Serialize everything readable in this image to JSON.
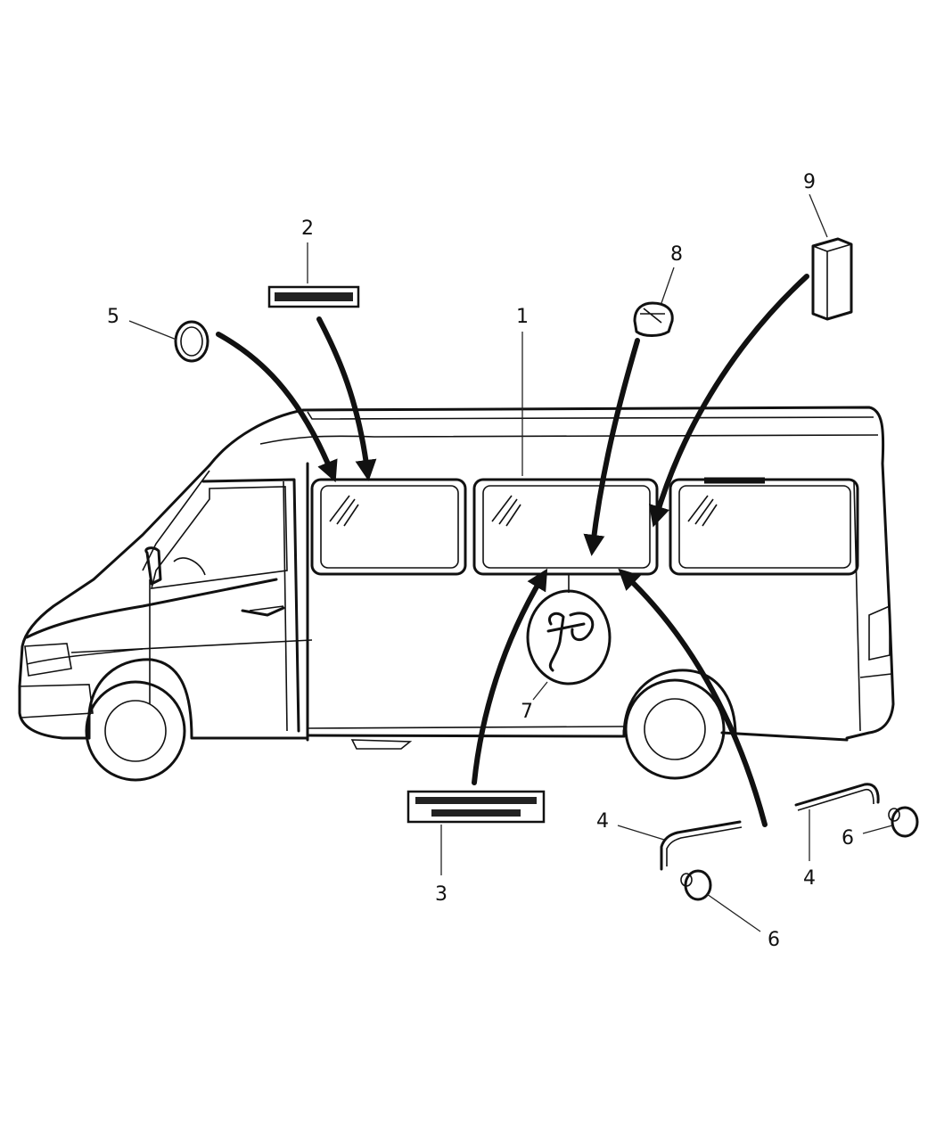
{
  "diagram": {
    "callouts": [
      {
        "id": "1",
        "label": "1"
      },
      {
        "id": "2",
        "label": "2"
      },
      {
        "id": "3",
        "label": "3"
      },
      {
        "id": "4a",
        "label": "4"
      },
      {
        "id": "4b",
        "label": "4"
      },
      {
        "id": "5",
        "label": "5"
      },
      {
        "id": "6a",
        "label": "6"
      },
      {
        "id": "6b",
        "label": "6"
      },
      {
        "id": "7",
        "label": "7"
      },
      {
        "id": "8",
        "label": "8"
      },
      {
        "id": "9",
        "label": "9"
      }
    ]
  }
}
